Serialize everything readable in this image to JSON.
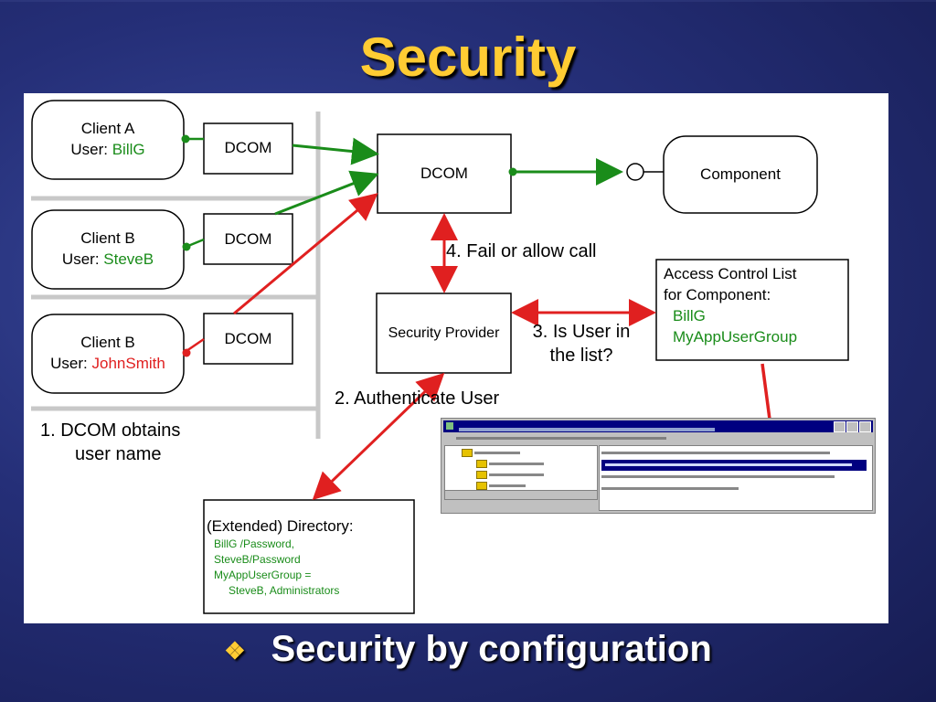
{
  "slide": {
    "title": "Security",
    "bullet": "Security by configuration"
  },
  "clients": [
    {
      "name": "Client A",
      "user_prefix": "User: ",
      "user": "BillG"
    },
    {
      "name": "Client B",
      "user_prefix": "User: ",
      "user": "SteveB"
    },
    {
      "name": "Client B",
      "user_prefix": "User: ",
      "user": "JohnSmith"
    }
  ],
  "dcom_label": "DCOM",
  "server_dcom_label": "DCOM",
  "component_label": "Component",
  "security_provider_label": "Security Provider",
  "acl": {
    "title_line1": "Access Control List",
    "title_line2": "for Component:",
    "entries": [
      "BillG",
      "MyAppUserGroup"
    ]
  },
  "steps": {
    "step1_line1": "1. DCOM obtains",
    "step1_line2": "user name",
    "step2": "2. Authenticate User",
    "step3_line1": "3. Is User in",
    "step3_line2": "the list?",
    "step4": "4. Fail or allow call"
  },
  "directory": {
    "title": "(Extended) Directory:",
    "entries": [
      "BillG /Password,",
      "SteveB/Password",
      "MyAppUserGroup  =",
      "SteveB, Administrators"
    ]
  },
  "colors": {
    "arrow_green": "#1a8c1a",
    "arrow_red": "#e02020",
    "title": "#ffcc33"
  }
}
